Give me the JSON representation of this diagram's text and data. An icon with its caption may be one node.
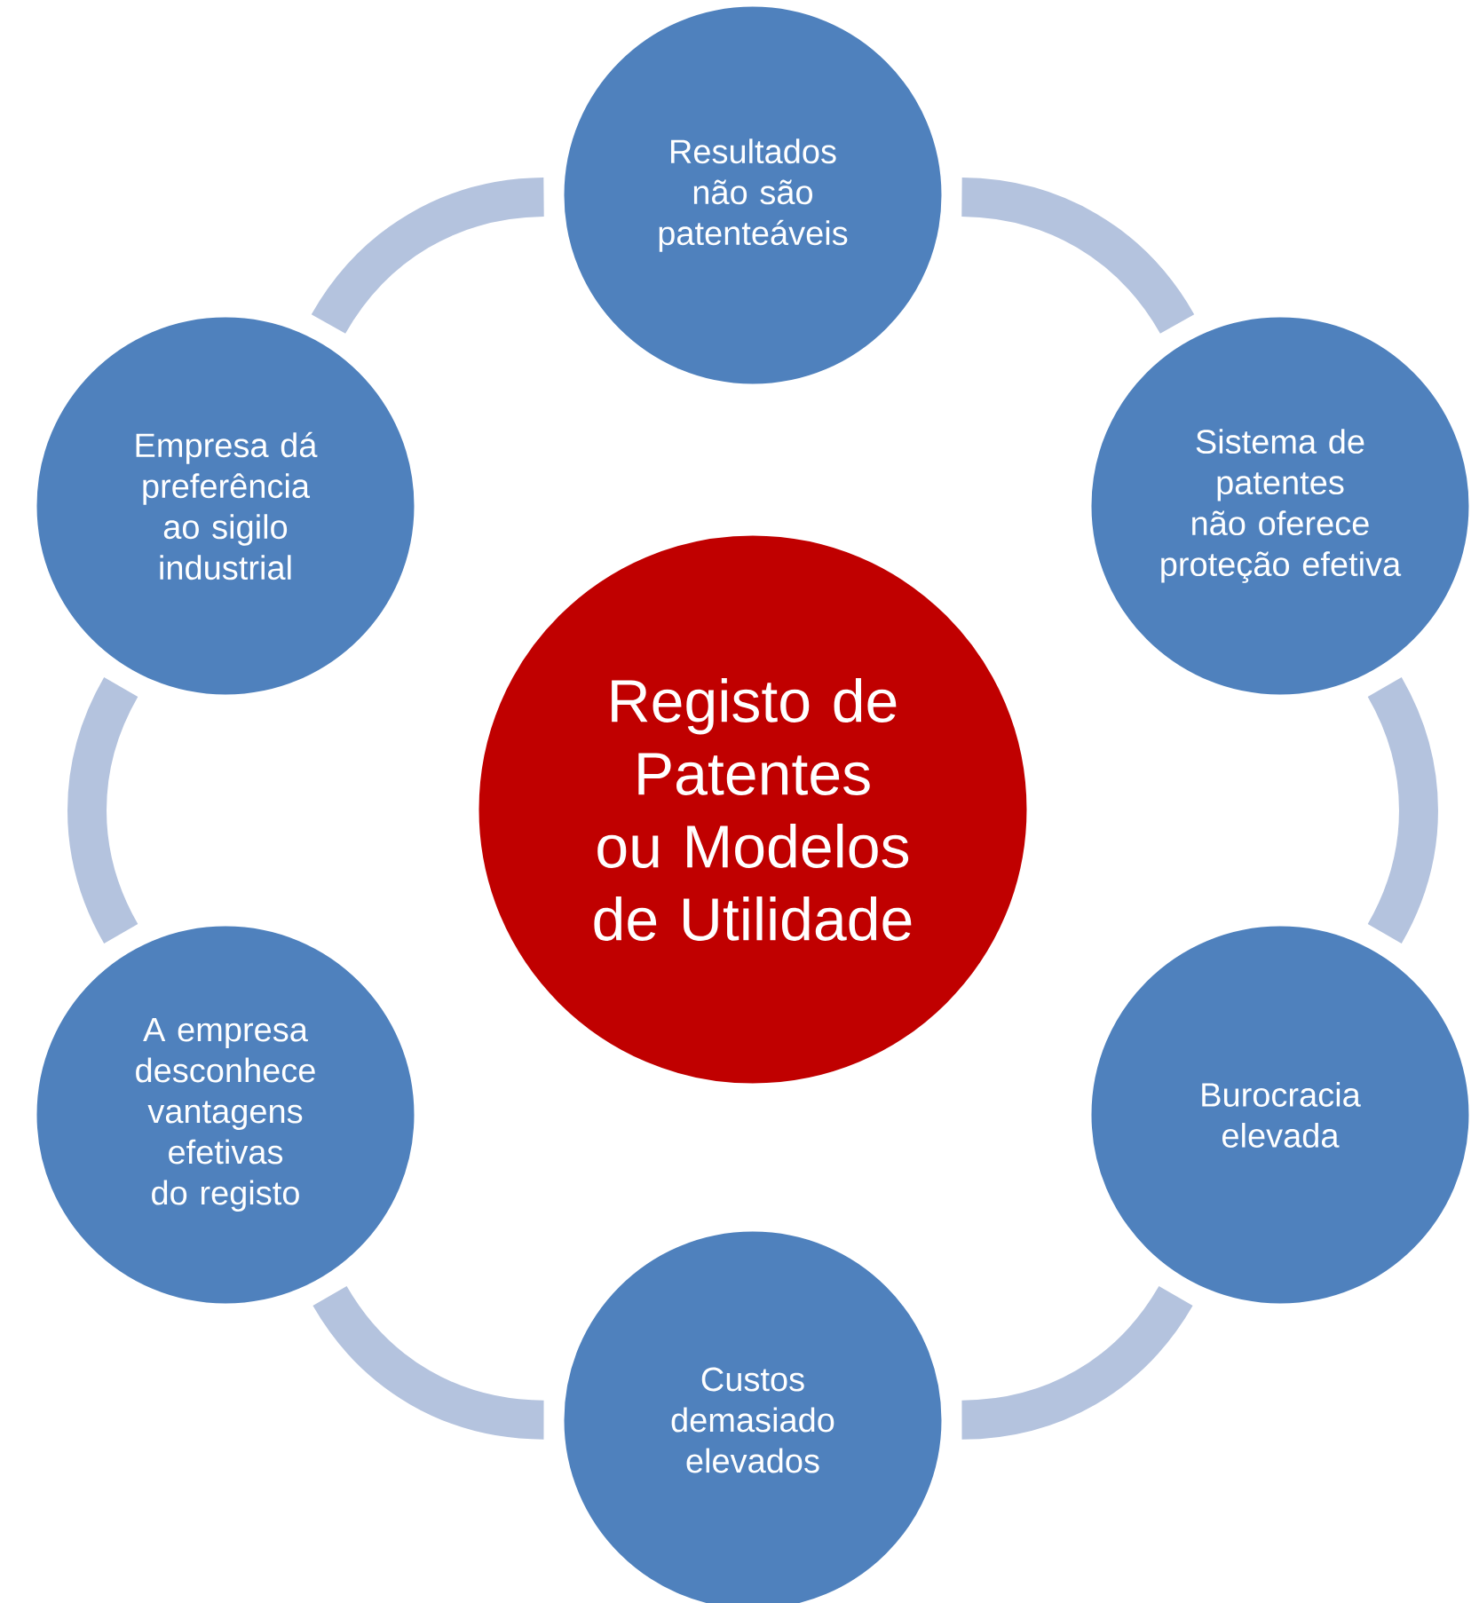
{
  "diagram": {
    "nodes": [
      {
        "text": [
          "Registo de Patentes ou Modelos de Utilidade"
        ]
      },
      {
        "text": [
          "Resultados não são patenteáveis"
        ]
      },
      {
        "text": [
          "Sistema de patentes não oferece proteção efetiva"
        ]
      },
      {
        "text": [
          "Burocracia elevada"
        ]
      },
      {
        "text": [
          "Custos demasiado elevados"
        ]
      },
      {
        "text": [
          "A empresa desconhece vantagens efetivas do registo"
        ]
      },
      {
        "text": [
          "Empresa dá preferência ao sigilo industrial"
        ]
      }
    ],
    "edges": [
      {
        "from": 1,
        "to": 2,
        "arrow": "none"
      },
      {
        "from": 2,
        "to": 3,
        "arrow": "none"
      },
      {
        "from": 3,
        "to": 4,
        "arrow": "none"
      },
      {
        "from": 4,
        "to": 5,
        "arrow": "none"
      },
      {
        "from": 5,
        "to": 6,
        "arrow": "none"
      },
      {
        "from": 6,
        "to": 1,
        "arrow": "none"
      }
    ]
  }
}
